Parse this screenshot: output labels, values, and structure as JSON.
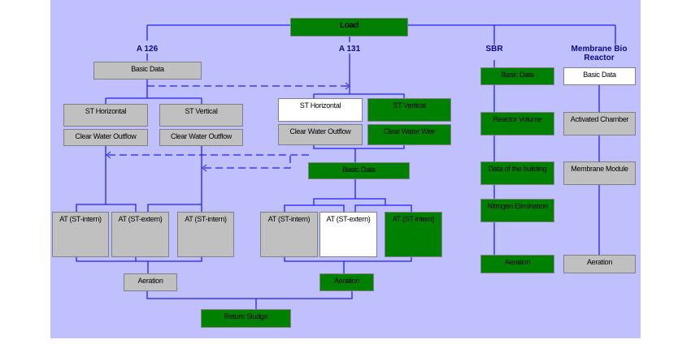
{
  "colors": {
    "background": "#c0c0fe",
    "connector": "#2020ff",
    "selected": "#008000",
    "default": "#c0c0c0",
    "available": "#ffffff",
    "header_text": "#0a0a80"
  },
  "root": {
    "label": "Load",
    "state": "selected"
  },
  "branches": {
    "a126": {
      "title": "A 126",
      "basic_data": {
        "label": "Basic Data",
        "state": "default"
      },
      "st_horizontal": {
        "label": "ST Horizontal",
        "state": "default"
      },
      "st_horizontal_outflow": {
        "label": "Clear Water Outflow",
        "state": "default"
      },
      "st_vertical": {
        "label": "ST Vertical",
        "state": "default"
      },
      "st_vertical_outflow": {
        "label": "Clear Water Outflow",
        "state": "default"
      },
      "at": [
        {
          "label": "AT (ST-intern)",
          "state": "default"
        },
        {
          "label": "AT (ST-extern)",
          "state": "default"
        },
        {
          "label": "AT (ST-intern)",
          "state": "default"
        }
      ],
      "aeration": {
        "label": "Aeration",
        "state": "default"
      }
    },
    "a131": {
      "title": "A 131",
      "st_horizontal": {
        "label": "ST Horizontal",
        "state": "available"
      },
      "st_horizontal_outflow": {
        "label": "Clear Water Outflow",
        "state": "default"
      },
      "st_vertical": {
        "label": "ST Vertical",
        "state": "selected"
      },
      "st_vertical_weir": {
        "label": "Clear Water Weir",
        "state": "selected"
      },
      "basic_data": {
        "label": "Basic Data",
        "state": "selected"
      },
      "at": [
        {
          "label": "AT (ST-intern)",
          "state": "default"
        },
        {
          "label": "AT (ST-extern)",
          "state": "available"
        },
        {
          "label": "AT (ST-intern)",
          "state": "selected"
        }
      ],
      "aeration": {
        "label": "Aeration",
        "state": "selected"
      }
    },
    "sbr": {
      "title": "SBR",
      "steps": [
        {
          "label": "Basic Data",
          "state": "selected"
        },
        {
          "label": "Reactor Volume",
          "state": "selected"
        },
        {
          "label": "Data of the building",
          "state": "selected"
        },
        {
          "label": "Nitrogen Elimination",
          "state": "selected"
        },
        {
          "label": "Aeration",
          "state": "selected"
        }
      ]
    },
    "mbr": {
      "title_line1": "Membrane Bio",
      "title_line2": "Reactor",
      "steps": [
        {
          "label": "Basic Data",
          "state": "available"
        },
        {
          "label": "Activated Chamber",
          "state": "default"
        },
        {
          "label": "Membrane Module",
          "state": "default"
        },
        {
          "label": "Aeration",
          "state": "default"
        }
      ]
    }
  },
  "return_sludge": {
    "label": "Return Sludge",
    "state": "selected"
  }
}
